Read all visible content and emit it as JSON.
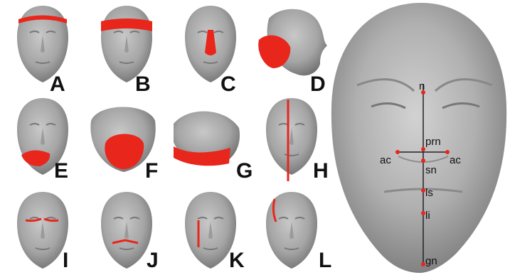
{
  "panels": [
    {
      "id": "A",
      "label": "A"
    },
    {
      "id": "B",
      "label": "B"
    },
    {
      "id": "C",
      "label": "C"
    },
    {
      "id": "D",
      "label": "D"
    },
    {
      "id": "E",
      "label": "E"
    },
    {
      "id": "F",
      "label": "F"
    },
    {
      "id": "G",
      "label": "G"
    },
    {
      "id": "H",
      "label": "H"
    },
    {
      "id": "I",
      "label": "I"
    },
    {
      "id": "J",
      "label": "J"
    },
    {
      "id": "K",
      "label": "K"
    },
    {
      "id": "L",
      "label": "L"
    }
  ],
  "landmarks": {
    "n": "n",
    "prn": "prn",
    "ac_left": "ac",
    "ac_right": "ac",
    "sn": "sn",
    "ls": "ls",
    "li": "li",
    "gn": "gn"
  },
  "colors": {
    "highlight": "#e8261c",
    "face": "#a9a9a9",
    "face_dark": "#7d7d7d",
    "line": "#222222",
    "label": "#111111"
  }
}
